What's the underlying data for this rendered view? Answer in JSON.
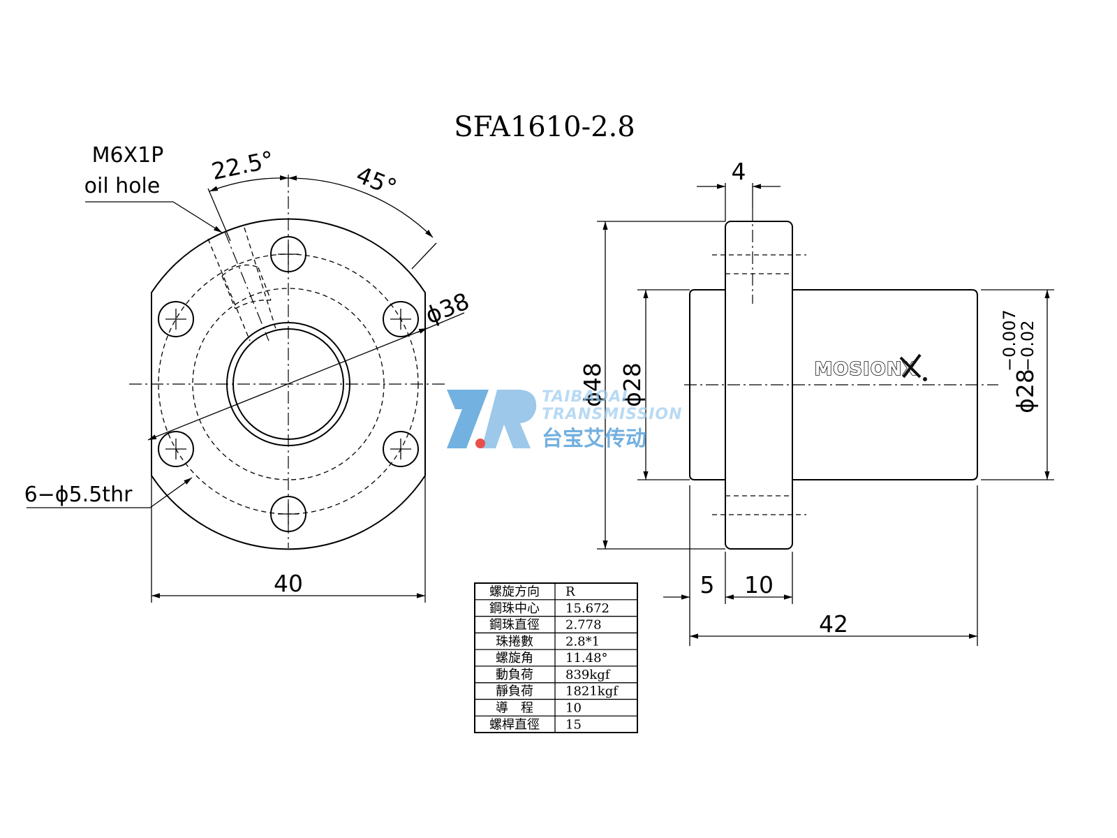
{
  "title": "SFA1610-2.8",
  "front_view": {
    "oil_hole_line1": "M6X1P",
    "oil_hole_line2": "oil hole",
    "angle_a": "22.5°",
    "angle_b": "45°",
    "bolt_circle": "ϕ38",
    "holes": "6−ϕ5.5thr",
    "width": "40"
  },
  "side_view": {
    "flange_offset": "4",
    "flange_dia": "ϕ48",
    "bore_dia": "ϕ28",
    "body_dia": "ϕ28",
    "tol_upper": "−0.007",
    "tol_lower": "−0.02",
    "left_len": "5",
    "flange_len": "10",
    "total_len": "42",
    "brand": "MOSIONX"
  },
  "watermark": {
    "line1": "TAIBAOAI",
    "line2": "TRANSMISSION",
    "cn": "台宝艾传动",
    "brand_blue": "#5ba3da",
    "accent_red": "#e8504a"
  },
  "spec_table": [
    {
      "label": "螺旋方向",
      "value": "R"
    },
    {
      "label": "鋼珠中心",
      "value": "15.672"
    },
    {
      "label": "鋼珠直徑",
      "value": "2.778"
    },
    {
      "label": "珠捲數",
      "value": "2.8*1"
    },
    {
      "label": "螺旋角",
      "value": "11.48°"
    },
    {
      "label": "動負荷",
      "value": "839kgf"
    },
    {
      "label": "靜負荷",
      "value": "1821kgf"
    },
    {
      "label": "導　程",
      "value": "10"
    },
    {
      "label": "螺桿直徑",
      "value": "15"
    }
  ]
}
